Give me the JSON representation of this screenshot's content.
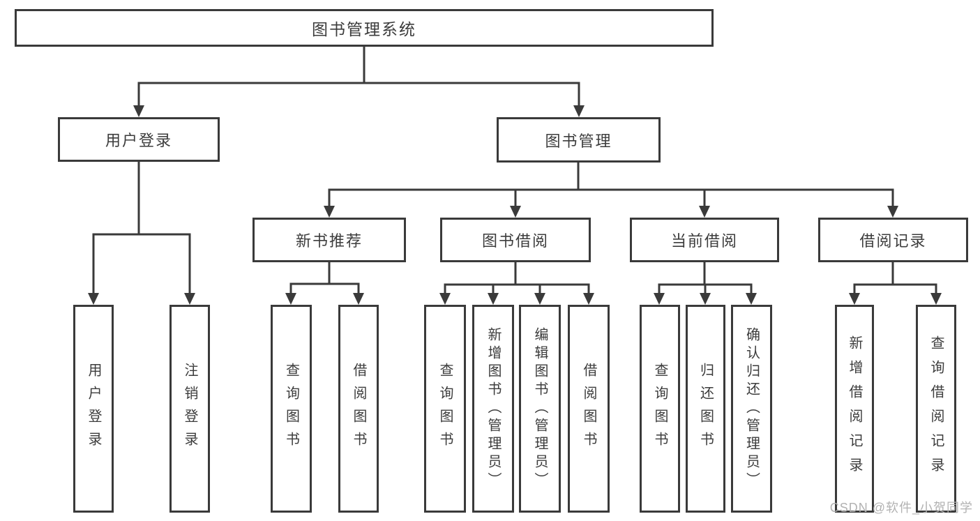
{
  "diagram": {
    "root": {
      "label": "图书管理系统"
    },
    "branches": [
      {
        "label": "用户登录",
        "children": [
          {
            "label": "用户登录"
          },
          {
            "label": "注销登录"
          }
        ]
      },
      {
        "label": "图书管理",
        "children": [
          {
            "label": "新书推荐",
            "children": [
              {
                "label": "查询图书"
              },
              {
                "label": "借阅图书"
              }
            ]
          },
          {
            "label": "图书借阅",
            "children": [
              {
                "label": "查询图书"
              },
              {
                "label": "新增图书（管理员）"
              },
              {
                "label": "编辑图书（管理员）"
              },
              {
                "label": "借阅图书"
              }
            ]
          },
          {
            "label": "当前借阅",
            "children": [
              {
                "label": "查询图书"
              },
              {
                "label": "归还图书"
              },
              {
                "label": "确认归还（管理员）"
              }
            ]
          },
          {
            "label": "借阅记录",
            "children": [
              {
                "label": "新增借阅记录"
              },
              {
                "label": "查询借阅记录"
              }
            ]
          }
        ]
      }
    ]
  },
  "watermark": {
    "text": "CSDN @软件_小贺同学"
  },
  "colors": {
    "line": "#3a3a3a",
    "text": "#3c3c3c",
    "watermark": "#b2b2b2",
    "background": "#ffffff"
  }
}
